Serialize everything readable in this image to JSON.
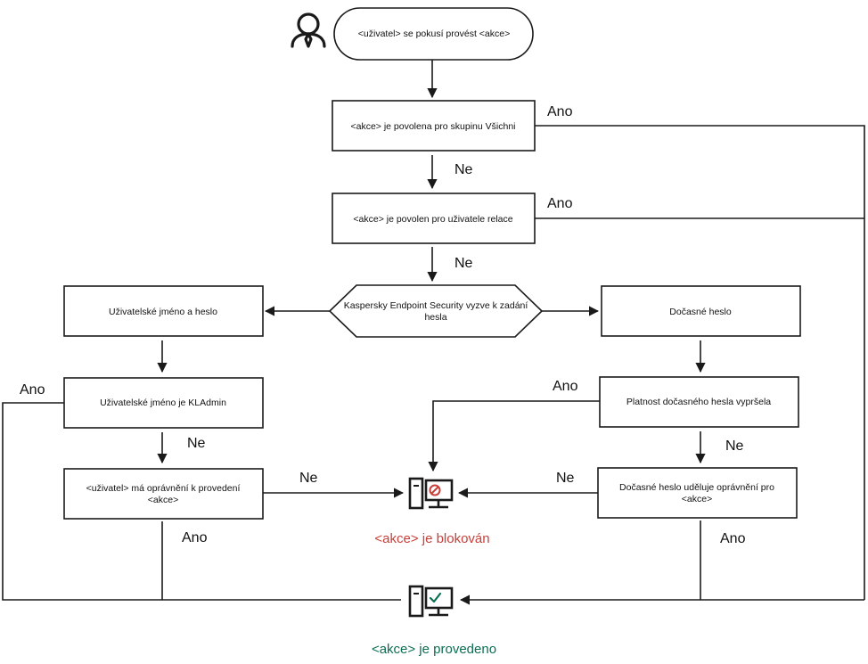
{
  "nodes": {
    "start": "<uživatel> se pokusí provést <akce>",
    "q_everyone": "<akce> je povolena pro skupinu Všichni",
    "q_session": "<akce> je povolen pro uživatele relace",
    "prompt_line1": "Kaspersky Endpoint Security vyzve k zadání",
    "prompt_line2": "hesla",
    "credentials": "Uživatelské jméno a heslo",
    "is_kladmin": "Uživatelské jméno je KLAdmin",
    "has_permission_line1": "<uživatel> má oprávnění k provedení",
    "has_permission_line2": "<akce>",
    "temp_password": "Dočasné heslo",
    "temp_expired": "Platnost dočasného hesla vypršela",
    "temp_grants_line1": "Dočasné heslo uděluje oprávnění pro",
    "temp_grants_line2": "<akce>"
  },
  "edge_labels": {
    "yes": "Ano",
    "no": "Ne"
  },
  "results": {
    "blocked": "<akce> je blokován",
    "performed": "<akce> je provedeno"
  },
  "colors": {
    "blocked": "#c8403a",
    "performed": "#0d6e52",
    "line": "#1a1a1a"
  },
  "icons": {
    "user": "user-icon",
    "blocked": "computer-blocked-icon",
    "performed": "computer-allowed-icon"
  }
}
